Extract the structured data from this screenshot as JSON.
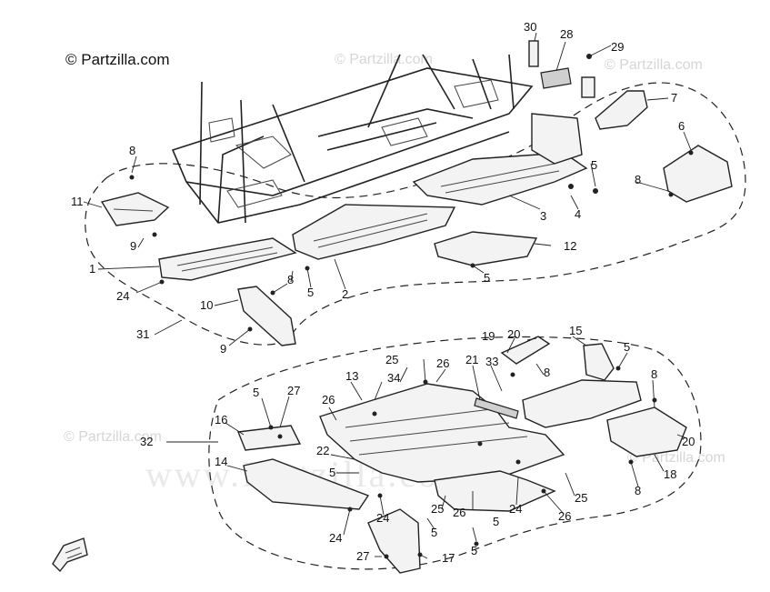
{
  "watermark": {
    "copyright_text": "© Partzilla.com",
    "faint_text": "© Partzilla.com",
    "big_text": "www.Partzilla.com"
  },
  "callouts": {
    "c1": "1",
    "c2": "2",
    "c3": "3",
    "c4": "4",
    "c5a": "5",
    "c5b": "5",
    "c5c": "5",
    "c5d": "5",
    "c6": "6",
    "c7": "7",
    "c8a": "8",
    "c8b": "8",
    "c8c": "8",
    "c9a": "9",
    "c9b": "9",
    "c10": "10",
    "c11": "11",
    "c12": "12",
    "c24a": "24",
    "c28": "28",
    "c29": "29",
    "c30": "30",
    "c31": "31",
    "c32": "32",
    "c13": "13",
    "c14": "14",
    "c15": "15",
    "c16": "16",
    "c17": "17",
    "c18": "18",
    "c19": "19",
    "c20a": "20",
    "c20b": "20",
    "c21": "21",
    "c22": "22",
    "c24b": "24",
    "c24c": "24",
    "c24d": "24",
    "c25a": "25",
    "c25b": "25",
    "c25c": "25",
    "c26a": "26",
    "c26b": "26",
    "c26c": "26",
    "c26d": "26",
    "c27a": "27",
    "c27b": "27",
    "c33": "33",
    "c34": "34",
    "c5e": "5",
    "c5f": "5",
    "c5g": "5",
    "c5h": "5",
    "c5i": "5",
    "c8d": "8",
    "c8e": "8",
    "c8f": "8"
  },
  "colors": {
    "line": "#222222",
    "fill": "#f3f3f3",
    "shade": "#cfcfcf"
  }
}
